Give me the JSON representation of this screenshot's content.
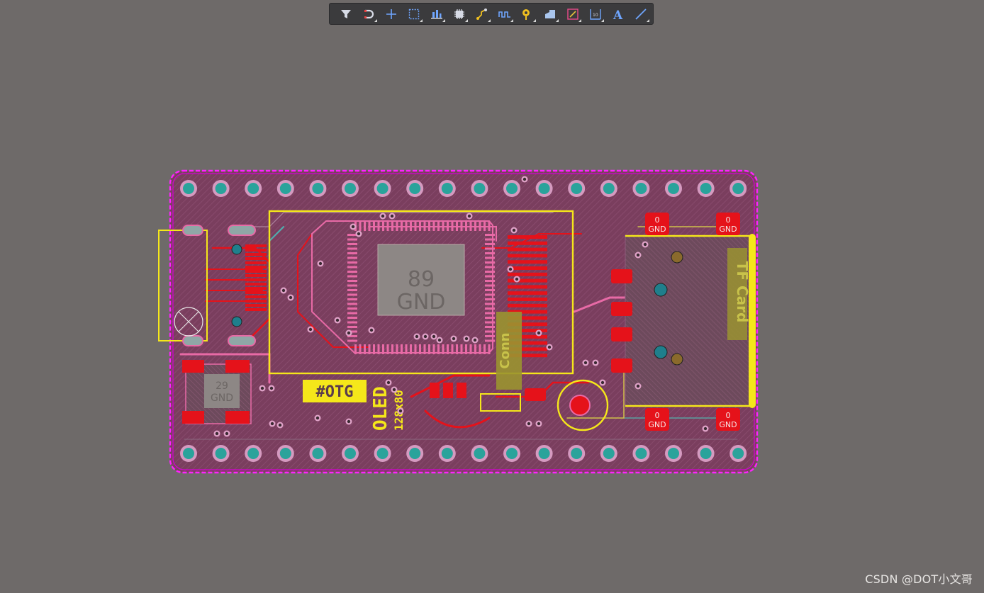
{
  "toolbar": {
    "tools": [
      {
        "name": "filter-tool",
        "icon": "filter-icon"
      },
      {
        "name": "route-tool",
        "icon": "magnet-icon"
      },
      {
        "name": "origin-tool",
        "icon": "crosshair-icon"
      },
      {
        "name": "select-area-tool",
        "icon": "dashed-rect-icon"
      },
      {
        "name": "align-tool",
        "icon": "align-icon"
      },
      {
        "name": "component-tool",
        "icon": "chip-icon"
      },
      {
        "name": "interactive-route-tool",
        "icon": "route-icon"
      },
      {
        "name": "tune-length-tool",
        "icon": "meander-icon"
      },
      {
        "name": "via-tool",
        "icon": "pin-icon"
      },
      {
        "name": "polygon-tool",
        "icon": "polygon-icon"
      },
      {
        "name": "region-tool",
        "icon": "region-icon"
      },
      {
        "name": "dimension-tool",
        "icon": "dimension-icon"
      },
      {
        "name": "text-tool",
        "icon": "text-icon"
      },
      {
        "name": "line-tool",
        "icon": "line-icon"
      }
    ]
  },
  "board": {
    "chip_net_number": "89",
    "chip_net_name": "GND",
    "small_chip_number": "29",
    "small_chip_net": "GND",
    "pad_number": "0",
    "pad_net": "GND",
    "label_otg": "#OTG",
    "label_oled": "OLED",
    "label_oled_res": "128x80",
    "label_vertical": "Conn",
    "label_tf": "TF Card"
  },
  "watermark": "CSDN @DOT小文哥",
  "colors": {
    "background": "#6e6a69",
    "board_fill": "#7a3e5e",
    "outline": "#ff00ff",
    "silkscreen": "#ffff00",
    "copper_top": "#e5121a",
    "pad": "#2aa39b"
  }
}
